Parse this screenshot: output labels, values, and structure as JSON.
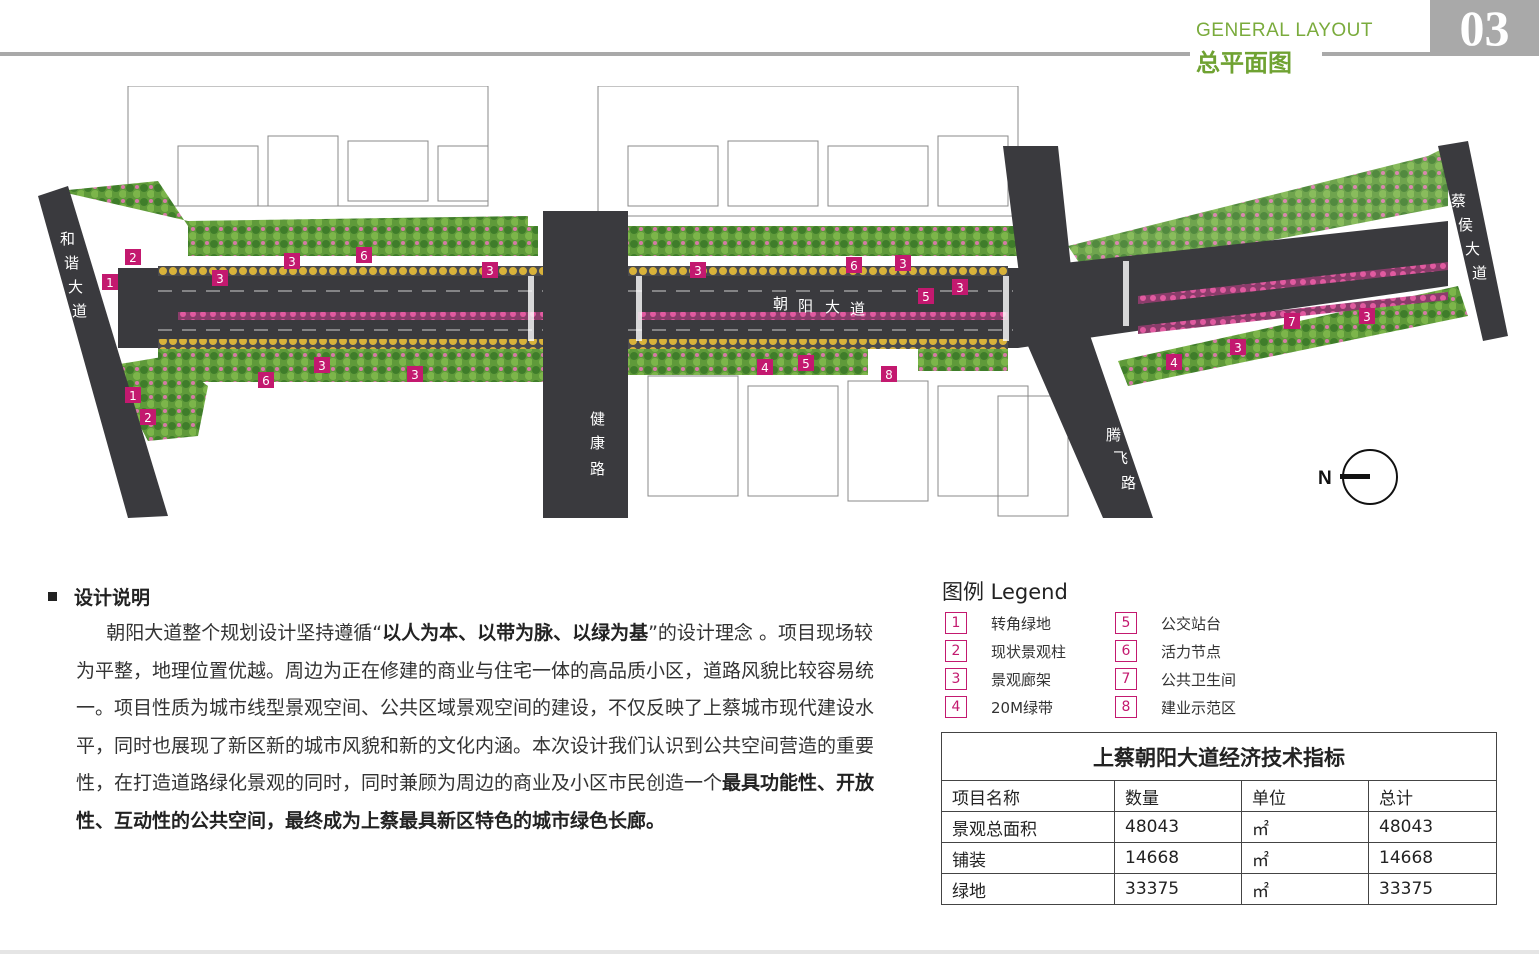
{
  "header": {
    "title_en": "GENERAL LAYOUT",
    "title_cn": "总平面图",
    "page_number": "03"
  },
  "plan": {
    "roads": {
      "hexie": [
        "和",
        "谐",
        "大",
        "道"
      ],
      "chaoyang": [
        "朝",
        "阳",
        "大",
        "道"
      ],
      "jiankang": [
        "健",
        "康",
        "路"
      ],
      "tengfei": [
        "腾",
        "飞",
        "路"
      ],
      "caihou": [
        "蔡",
        "侯",
        "大",
        "道"
      ]
    },
    "north": "N",
    "markers": [
      "1",
      "2",
      "3",
      "3",
      "6",
      "3",
      "3",
      "6",
      "3",
      "5",
      "3",
      "1",
      "2",
      "6",
      "3",
      "3",
      "4",
      "5",
      "8",
      "4",
      "3",
      "7",
      "3"
    ]
  },
  "description": {
    "title": "设计说明",
    "p1": "朝阳大道整个规划设计坚持遵循“",
    "p1_bold": "以人为本、以带为脉、以绿为基",
    "p2": "”的设计理念 。项目现场较为平整，地理位置优越。周边为正在修建的商业与住宅一体的高品质小区，道路风貌比较容易统一。项目性质为城市线型景观空间、公共区域景观空间的建设，不仅反映了上蔡城市现代建设水平，同时也展现了新区新的城市风貌和新的文化内涵。本次设计我们认识到公共空间营造的重要性，在打造道路绿化景观的同时，同时兼顾为周边的商业及小区市民创造一个",
    "p2_bold": "最具功能性、开放性、互动性的公共空间，最终成为上蔡最具新区特色的城市绿色长廊。"
  },
  "legend": {
    "title": "图例  Legend",
    "items": [
      {
        "num": "1",
        "label": "转角绿地"
      },
      {
        "num": "2",
        "label": "现状景观柱"
      },
      {
        "num": "3",
        "label": "景观廊架"
      },
      {
        "num": "4",
        "label": "20M绿带"
      },
      {
        "num": "5",
        "label": "公交站台"
      },
      {
        "num": "6",
        "label": "活力节点"
      },
      {
        "num": "7",
        "label": "公共卫生间"
      },
      {
        "num": "8",
        "label": "建业示范区"
      }
    ]
  },
  "table": {
    "caption": "上蔡朝阳大道经济技术指标",
    "headers": [
      "项目名称",
      "数量",
      "单位",
      "总计"
    ],
    "rows": [
      [
        "景观总面积",
        "48043",
        "㎡",
        "48043"
      ],
      [
        "铺装",
        "14668",
        "㎡",
        "14668"
      ],
      [
        "绿地",
        "33375",
        "㎡",
        "33375"
      ]
    ]
  },
  "colors": {
    "accent_green": "#6fa232",
    "marker_magenta": "#c3196f",
    "road": "#3a3a3e"
  }
}
